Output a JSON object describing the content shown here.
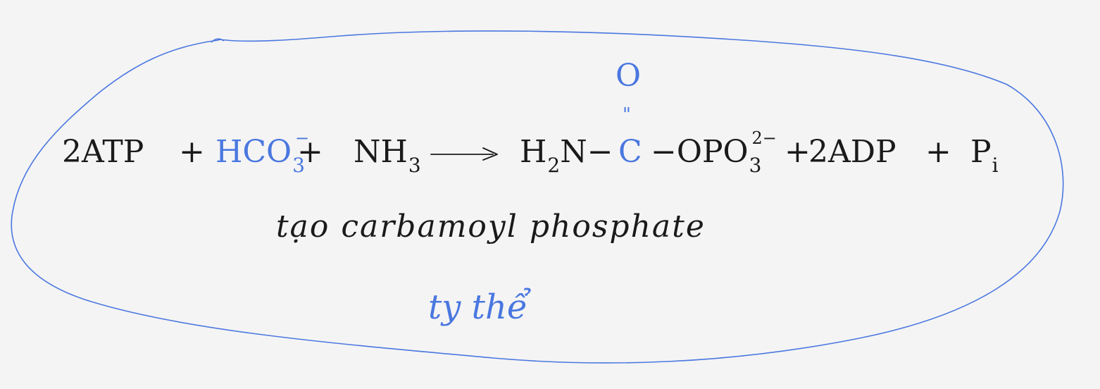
{
  "reaction": {
    "reactant_1": "2ATP",
    "plus_1": "+",
    "reactant_2_base": "HCO",
    "reactant_2_sub": "3",
    "reactant_2_charge": "−",
    "plus_2": "+",
    "reactant_3_base": "NH",
    "reactant_3_sub": "3",
    "product_amine": "H",
    "product_amine_sub": "2",
    "product_amine_rest": "N−",
    "carbonyl_carbon": "C",
    "carbonyl_oxygen": "O",
    "double_bond": "\"",
    "product_tail": "−OPO",
    "product_tail_sub": "3",
    "product_tail_charge": "2−",
    "plus_3": "+",
    "product_2": "2ADP",
    "plus_4": "+",
    "product_3_base": "P",
    "product_3_sub": "i"
  },
  "caption": "tạo carbamoyl phosphate",
  "note": "ty thể",
  "colors": {
    "ink_black": "#1a1a1a",
    "ink_blue": "#4a77e0",
    "background": "#f4f4f4"
  }
}
